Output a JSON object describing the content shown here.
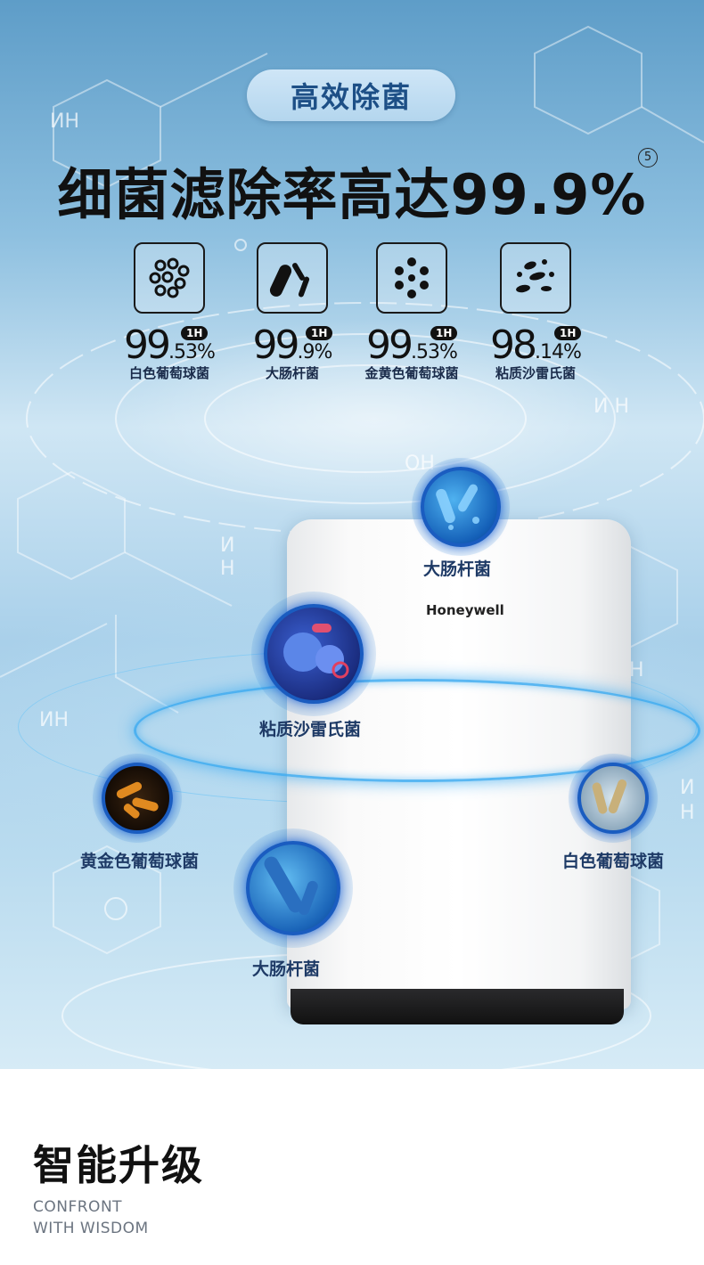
{
  "header": {
    "pill_label": "高效除菌",
    "headline": "细菌滤除率高达99.9%",
    "footnote_mark": "5"
  },
  "stats": [
    {
      "int": "99",
      "dec": ".53%",
      "badge": "1H",
      "name": "白色葡萄球菌",
      "icon": "cluster-icon"
    },
    {
      "int": "99",
      "dec": ".9%",
      "badge": "1H",
      "name": "大肠杆菌",
      "icon": "rod-bacteria-icon"
    },
    {
      "int": "99",
      "dec": ".53%",
      "badge": "1H",
      "name": "金黄色葡萄球菌",
      "icon": "dots-icon"
    },
    {
      "int": "98",
      "dec": ".14%",
      "badge": "1H",
      "name": "粘质沙雷氏菌",
      "icon": "scatter-icon"
    }
  ],
  "device": {
    "brand": "Honeywell"
  },
  "bacteria_labels": {
    "top": "大肠杆菌",
    "middle_left": "粘质沙雷氏菌",
    "left": "黄金色葡萄球菌",
    "right": "白色葡萄球菌",
    "bottom": "大肠杆菌"
  },
  "chem_labels": {
    "a": "ИН",
    "b": "И Н",
    "c": "OH",
    "d": "И",
    "e": "Н",
    "f": "ИН",
    "g": "И",
    "h": "Н",
    "i": "Н"
  },
  "footer": {
    "title": "智能升级",
    "sub1": "CONFRONT",
    "sub2": "WITH WISDOM"
  },
  "colors": {
    "accent": "#1a5cc0",
    "pill_text": "#1d4f86"
  }
}
